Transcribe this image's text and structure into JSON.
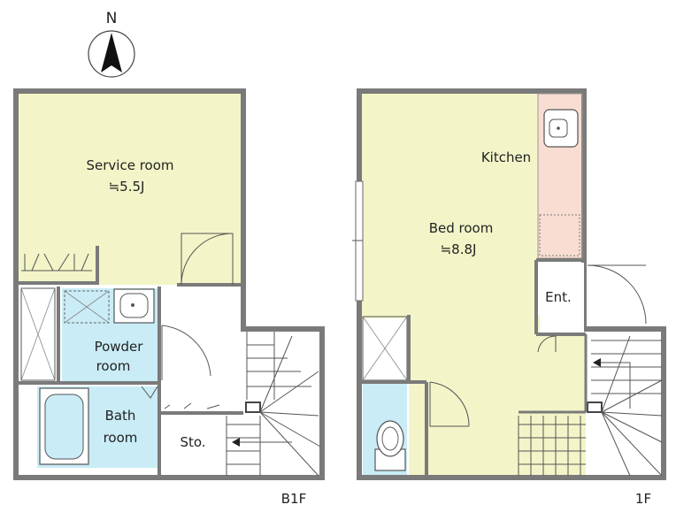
{
  "compass": {
    "north_label": "N",
    "icon": "north-arrow-icon"
  },
  "floors": [
    {
      "label": "B1F",
      "rooms": [
        {
          "id": "service-room",
          "name": "Service room",
          "area": "≒5.5J"
        },
        {
          "id": "powder-room",
          "name_line1": "Powder",
          "name_line2": "room"
        },
        {
          "id": "bath-room",
          "name_line1": "Bath",
          "name_line2": "room"
        },
        {
          "id": "storage",
          "name": "Sto."
        }
      ]
    },
    {
      "label": "1F",
      "rooms": [
        {
          "id": "bed-room",
          "name": "Bed room",
          "area": "≒8.8J"
        },
        {
          "id": "kitchen",
          "name": "Kitchen"
        },
        {
          "id": "entrance",
          "name": "Ent."
        }
      ]
    }
  ],
  "colors": {
    "living": "#f3f5c8",
    "wet": "#c9ecf6",
    "kitchen": "#f9ddd2",
    "wall": "#7a7a7a",
    "line": "#555555"
  }
}
